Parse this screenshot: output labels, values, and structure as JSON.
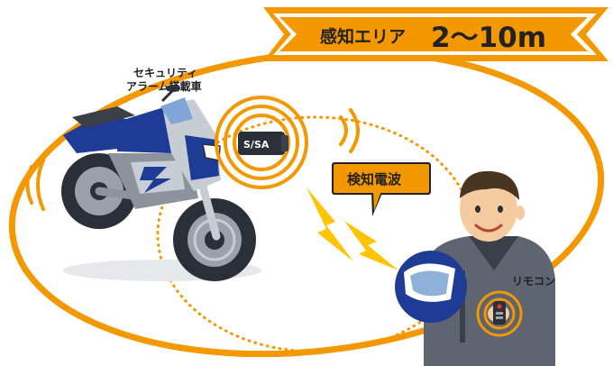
{
  "banner": {
    "label": "感知エリア",
    "range": "2〜10m"
  },
  "motorcycle": {
    "label_line1": "セキュリティ",
    "label_line2": "アラーム搭載車"
  },
  "device": {
    "logo": "S/SA"
  },
  "signal": {
    "label": "検知電波"
  },
  "remote": {
    "label": "リモコン"
  },
  "colors": {
    "accent_orange": "#F39800",
    "signal_yellow": "#FFC400",
    "bike_blue": "#1E3C96",
    "bike_silver": "#C8CDD4",
    "dark": "#222222"
  }
}
